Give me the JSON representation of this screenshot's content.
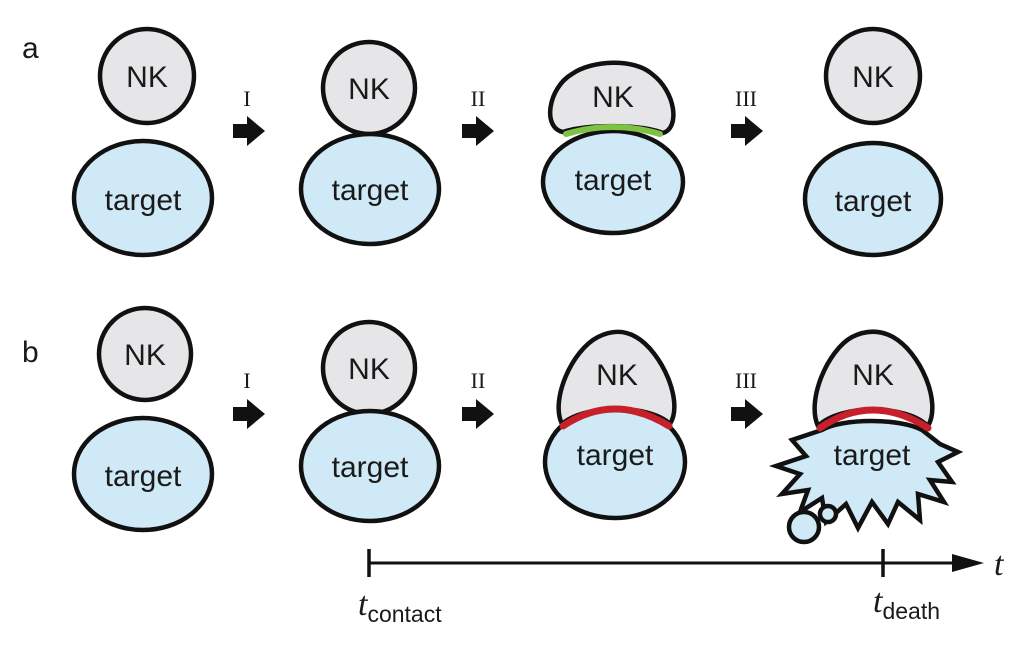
{
  "panels": {
    "a": "a",
    "b": "b"
  },
  "cells": {
    "nk": "NK",
    "target": "target"
  },
  "steps": [
    "I",
    "II",
    "III"
  ],
  "timeline": {
    "axis": "t",
    "contact_main": "t",
    "contact_sub": "contact",
    "death_main": "t",
    "death_sub": "death"
  },
  "colors": {
    "nk_fill": "#e6e6e8",
    "target_fill": "#cfe9f6",
    "synapse_a": "#7dc242",
    "synapse_b": "#c8202a",
    "outline": "#111111"
  },
  "icons": [
    "right-arrow-icon"
  ]
}
